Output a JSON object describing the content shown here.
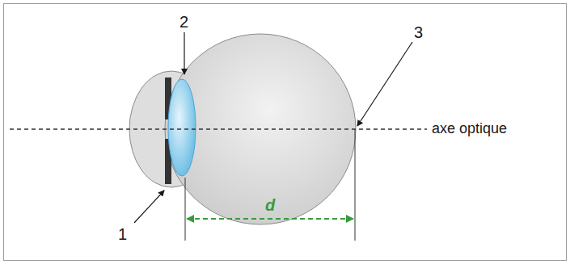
{
  "diagram": {
    "labels": [
      "2",
      "3",
      "axe optique",
      "1",
      "d"
    ]
  }
}
